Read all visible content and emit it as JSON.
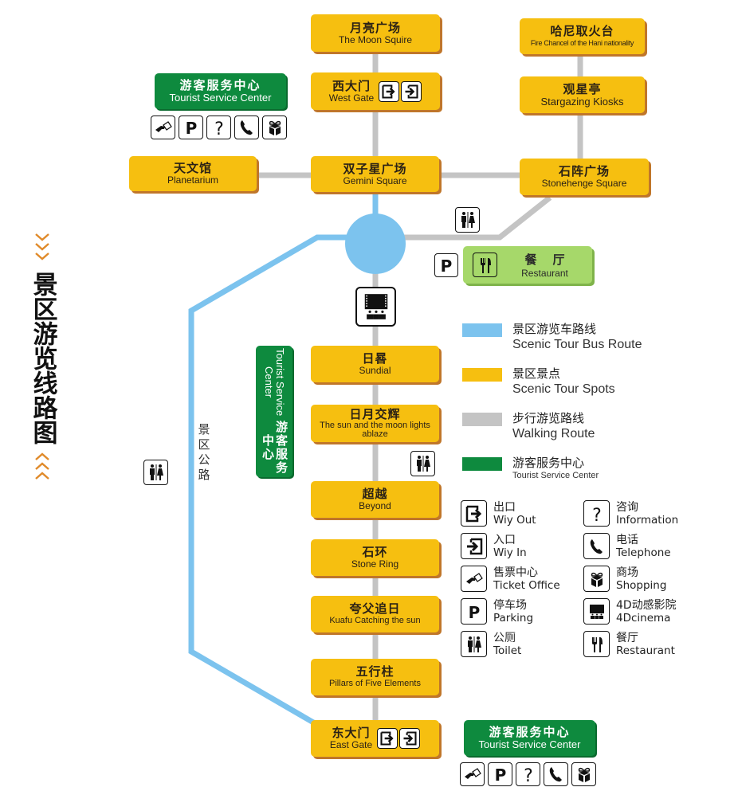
{
  "title": {
    "text": "景区游览线路图",
    "chevron_down": "⌄⌄⌄",
    "chevron_up": "⌃⌃⌃"
  },
  "colors": {
    "bus_route": "#7cc3ee",
    "spot": "#f6bf10",
    "walking": "#c4c4c4",
    "service": "#0e8a3e",
    "restaurant": "#a6d86a",
    "chevron": "#e08a2a"
  },
  "road_label": "景区公路",
  "spots": {
    "moon": {
      "zh": "月亮广场",
      "en": "The Moon Squire"
    },
    "west_gate": {
      "zh": "西大门",
      "en": "West Gate"
    },
    "fire": {
      "zh": "哈尼取火台",
      "en": "Fire Chancel of the Hani nationality"
    },
    "stargazing": {
      "zh": "观星亭",
      "en": "Stargazing Kiosks"
    },
    "planetarium": {
      "zh": "天文馆",
      "en": "Planetarium"
    },
    "gemini": {
      "zh": "双子星广场",
      "en": "Gemini Square"
    },
    "stonehenge": {
      "zh": "石阵广场",
      "en": "Stonehenge Square"
    },
    "sundial": {
      "zh": "日晷",
      "en": "Sundial"
    },
    "sunmoon": {
      "zh": "日月交辉",
      "en": "The sun and the moon lights ablaze"
    },
    "beyond": {
      "zh": "超越",
      "en": "Beyond"
    },
    "stonering": {
      "zh": "石环",
      "en": "Stone Ring"
    },
    "kuafu": {
      "zh": "夸父追日",
      "en": "Kuafu Catching the sun"
    },
    "pillars": {
      "zh": "五行柱",
      "en": "Pillars of Five Elements"
    },
    "east_gate": {
      "zh": "东大门",
      "en": "East Gate"
    }
  },
  "service_centers": {
    "top": {
      "zh": "游客服务中心",
      "en": "Tourist Service Center"
    },
    "mid": {
      "zh": "游客服务中心",
      "en": "Tourist Service Center"
    },
    "bottom": {
      "zh": "游客服务中心",
      "en": "Tourist Service Center"
    }
  },
  "restaurant": {
    "zh": "餐厅",
    "en": "Restaurant"
  },
  "legend": [
    {
      "zh": "景区游览车路线",
      "en": "Scenic Tour Bus Route",
      "color": "#7cc3ee"
    },
    {
      "zh": "景区景点",
      "en": "Scenic Tour Spots",
      "color": "#f6bf10"
    },
    {
      "zh": "步行游览路线",
      "en": "Walking Route",
      "color": "#c4c4c4"
    },
    {
      "zh": "游客服务中心",
      "en": "Tourist Service Center",
      "color": "#0e8a3e"
    }
  ],
  "icon_keys": [
    {
      "icon": "exit-icon",
      "zh": "出口",
      "en": "Wiy Out"
    },
    {
      "icon": "information-icon",
      "zh": "咨询",
      "en": "Information"
    },
    {
      "icon": "entrance-icon",
      "zh": "入口",
      "en": "Wiy In"
    },
    {
      "icon": "telephone-icon",
      "zh": "电话",
      "en": "Telephone"
    },
    {
      "icon": "ticket-icon",
      "zh": "售票中心",
      "en": "Ticket Office"
    },
    {
      "icon": "gift-icon",
      "zh": "商场",
      "en": "Shopping"
    },
    {
      "icon": "parking-icon",
      "zh": "停车场",
      "en": "Parking"
    },
    {
      "icon": "cinema-icon",
      "zh": "4D动感影院",
      "en": "4Dcinema"
    },
    {
      "icon": "toilet-icon",
      "zh": "公厕",
      "en": "Toilet"
    },
    {
      "icon": "restaurant-icon",
      "zh": "餐厅",
      "en": "Restaurant"
    }
  ]
}
